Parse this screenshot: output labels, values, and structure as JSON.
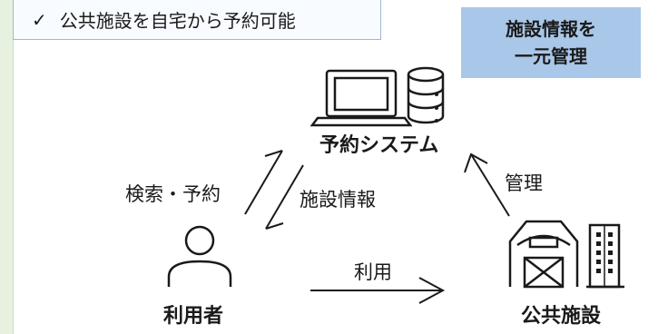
{
  "header": {
    "check_icon": "check-mark-icon",
    "check_mark": "✓",
    "check_text": "公共施設を自宅から予約可能"
  },
  "callout": {
    "line1": "施設情報を",
    "line2": "一元管理"
  },
  "nodes": {
    "system": "予約システム",
    "user": "利用者",
    "facility": "公共施設"
  },
  "edges": {
    "search_reserve": "検索・予約",
    "facility_info": "施設情報",
    "manage": "管理",
    "use": "利用"
  },
  "icons": [
    "laptop-icon",
    "database-icon",
    "person-icon",
    "barn-icon",
    "building-icon"
  ],
  "colors": {
    "side_strip": "#e6f2df",
    "callout_bg": "#a9c7e8",
    "box_border": "#9fb6d2"
  }
}
